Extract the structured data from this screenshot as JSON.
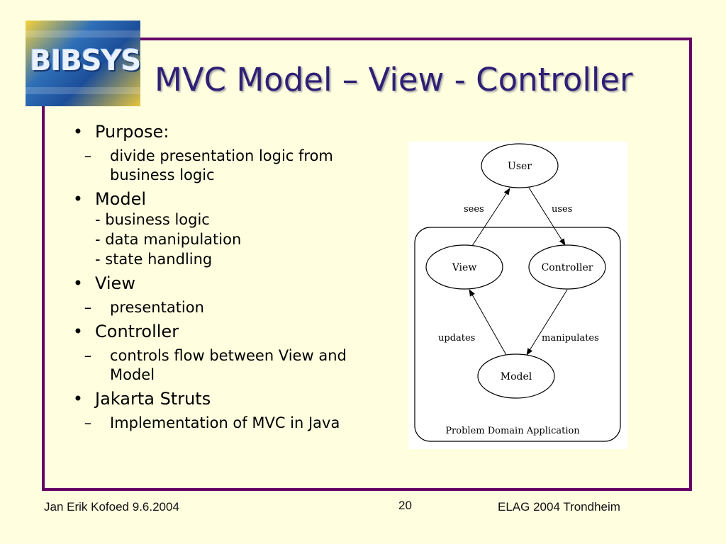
{
  "logo": {
    "text": "BIBSYS"
  },
  "title": "MVC Model – View - Controller",
  "bullets": [
    {
      "label": "Purpose:",
      "subs": [
        "divide presentation logic from business logic"
      ]
    },
    {
      "label": "Model",
      "lines": [
        "- business logic",
        "- data manipulation",
        "- state handling"
      ]
    },
    {
      "label": "View",
      "subs": [
        "presentation"
      ]
    },
    {
      "label": "Controller",
      "subs": [
        "controls flow between View and Model"
      ]
    },
    {
      "label": "Jakarta Struts",
      "subs": [
        "Implementation of MVC in Java"
      ]
    }
  ],
  "diagram": {
    "nodes": {
      "user": "User",
      "view": "View",
      "controller": "Controller",
      "model": "Model"
    },
    "edges": {
      "sees": "sees",
      "uses": "uses",
      "updates": "updates",
      "manipulates": "manipulates"
    },
    "container_label": "Problem Domain Application"
  },
  "footer": {
    "left": "Jan Erik Kofoed 9.6.2004",
    "center": "20",
    "right": "ELAG 2004 Trondheim"
  },
  "colors": {
    "background": "#ffffe0",
    "frame": "#660066",
    "title": "#2f1f74"
  }
}
